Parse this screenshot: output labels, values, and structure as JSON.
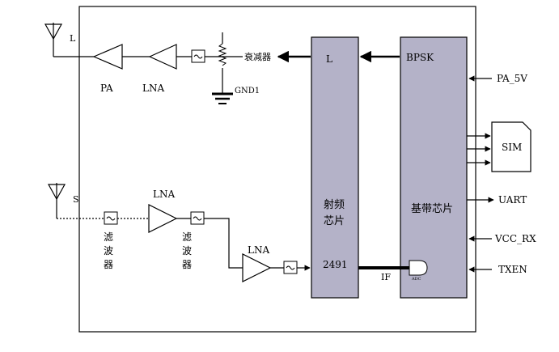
{
  "labels": {
    "antenna_l": "L",
    "antenna_s": "S",
    "pa": "PA",
    "lna_top": "LNA",
    "attenuator": "衰减器",
    "gnd": "GND1",
    "lna_mid": "LNA",
    "filter_1": [
      "滤",
      "波",
      "器"
    ],
    "filter_2": [
      "滤",
      "波",
      "器"
    ],
    "lna_low": "LNA",
    "rf_l": "L",
    "rf_chip": [
      "射频",
      "芯片"
    ],
    "rf_2491": "2491",
    "if": "IF",
    "bpsk": "BPSK",
    "baseband_chip": "基带芯片",
    "adc": "ADC",
    "sim": "SIM",
    "pa_5v": "PA_5V",
    "uart": "UART",
    "vcc_rx": "VCC_RX",
    "txen": "TXEN"
  },
  "colors": {
    "chip_fill": "#b4b2c8",
    "line": "#000000"
  }
}
